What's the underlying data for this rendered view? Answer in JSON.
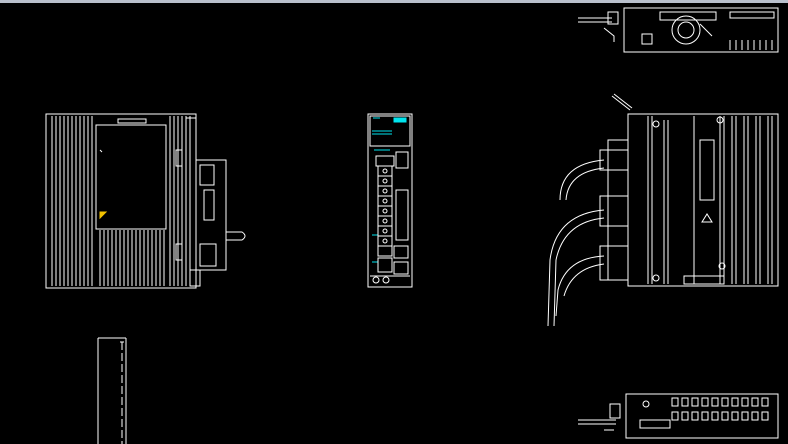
{
  "canvas": {
    "background": "#000000",
    "line_color": "#ffffff",
    "accent_color": "#00e5ee",
    "marker_color": "#f2c200",
    "title_strip_color": "#b9c0cc"
  },
  "views": [
    {
      "name": "side-view-left"
    },
    {
      "name": "front-view-center"
    },
    {
      "name": "rear-view-right"
    },
    {
      "name": "top-view"
    },
    {
      "name": "bottom-view"
    },
    {
      "name": "partial-view-bottom-left"
    }
  ]
}
